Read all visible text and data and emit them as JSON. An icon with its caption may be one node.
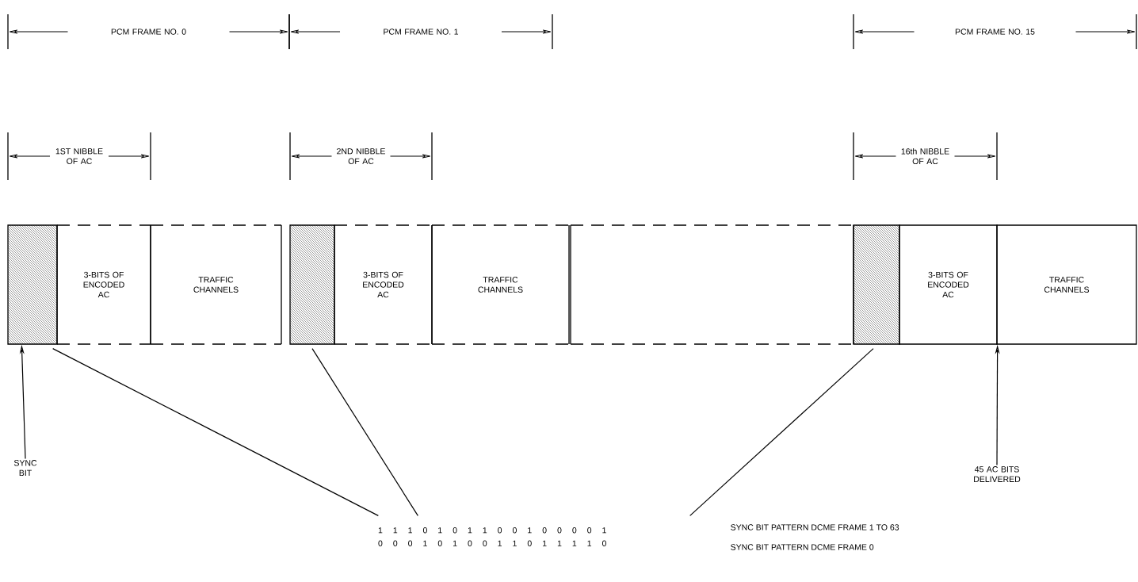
{
  "diagram": {
    "nodes": [
      {
        "text": [],
        "shape": "box"
      },
      {
        "text": [
          "3-BITS OF ENCODED AC"
        ]
      },
      {
        "text": [
          "TRAFFIC CHANNELS"
        ]
      },
      {
        "text": [],
        "shape": "box"
      },
      {
        "text": [
          "3-BITS OF ENCODED AC"
        ]
      },
      {
        "text": [
          "TRAFFIC CHANNELS"
        ]
      },
      {
        "text": [],
        "shape": "box"
      },
      {
        "text": [],
        "shape": "box"
      },
      {
        "text": [
          "3-BITS OF ENCODED AC"
        ]
      },
      {
        "text": [
          "TRAFFIC CHANNELS"
        ]
      },
      {
        "text": [
          "SYNC BIT"
        ]
      },
      {
        "text": [
          "45 AC BITS DELIVERED"
        ]
      },
      {
        "text": [
          "1 1 1 0 1 0 1 1 0 0 1 0 0 0 0 1",
          "0 0 0 1 0 1 0 0 1 1 0 1 1 1 1 0"
        ]
      }
    ],
    "edges": [
      {
        "from": 10,
        "to": 0,
        "arrow": "to"
      },
      {
        "from": 11,
        "to": 8,
        "arrow": "to"
      },
      {
        "from": 0,
        "to": 12,
        "arrow": "none"
      },
      {
        "from": 3,
        "to": 12,
        "arrow": "none"
      },
      {
        "from": 7,
        "to": 12,
        "arrow": "none"
      }
    ],
    "labels": [
      "PCM FRAME NO. 0",
      "PCM FRAME NO. 1",
      "PCM FRAME NO. 15",
      "1ST NIBBLE OF AC",
      "2ND NIBBLE OF AC",
      "16th NIBBLE OF AC",
      "SYNC BIT PATTERN DCME FRAME 1 TO 63",
      "SYNC BIT PATTERN DCME FRAME 0"
    ]
  }
}
